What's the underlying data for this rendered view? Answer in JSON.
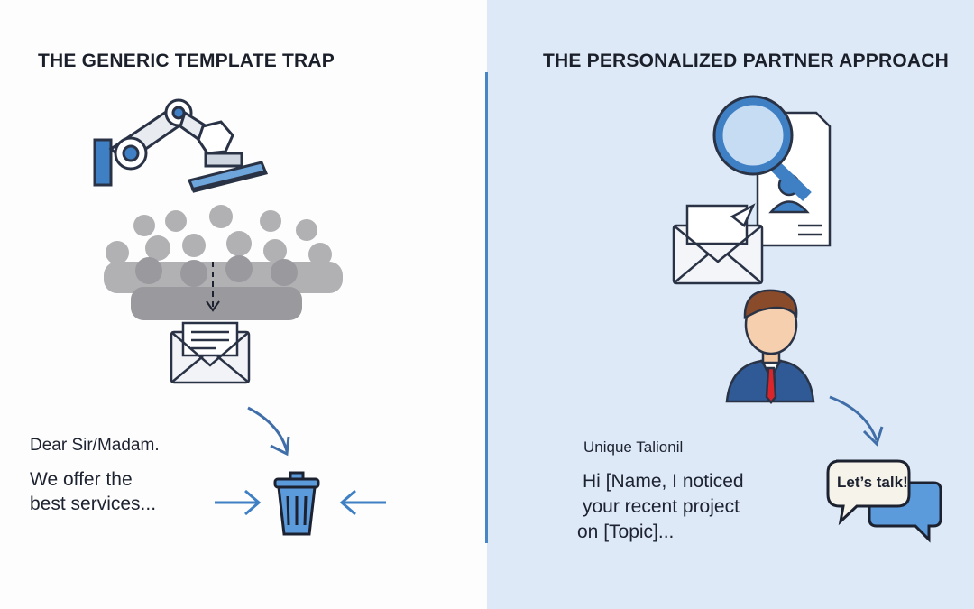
{
  "left": {
    "title": "THE GENERIC TEMPLATE TRAP",
    "salutation": "Dear Sir/Madam.",
    "body_lines": [
      "We offer the",
      "best services..."
    ]
  },
  "right": {
    "title": "THE PERSONALIZED PARTNER APPROACH",
    "subtitle": "Unique Talionil",
    "body_lines": [
      "Hi [Name, I noticed",
      "your recent project",
      "on [Topic]..."
    ],
    "bubble_text": "Let’s talk!"
  },
  "colors": {
    "accent": "#3f7fc4",
    "left_bg": "#fdfdfd",
    "right_bg": "#dde9f7",
    "crowd": "#a9a9ad",
    "tie": "#d8262c"
  }
}
